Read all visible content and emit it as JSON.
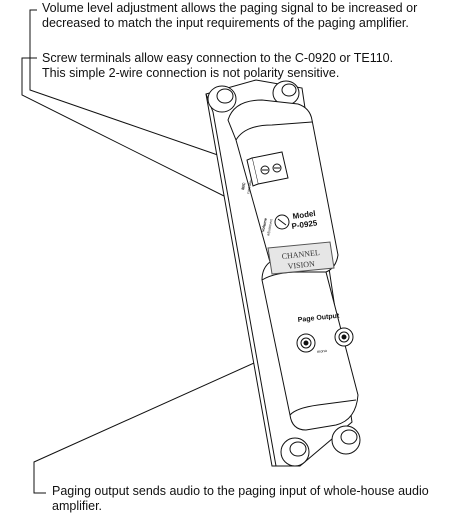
{
  "callouts": {
    "volume": {
      "line1": "Volume level adjustment allows the paging signal to be increased or",
      "line2": "decreased to match the input requirements of the paging amplifier."
    },
    "terminals": {
      "line1": "Screw terminals allow easy connection to the C-0920 or TE110.",
      "line2": "This simple 2-wire connection is not polarity sensitive."
    },
    "output": {
      "line1": "Paging output sends audio to the paging input of whole-house audio",
      "line2": "amplifier."
    }
  },
  "device": {
    "model_label": "Model",
    "model_number": "P-0925",
    "brand_line1": "CHANNEL",
    "brand_line2": "VISION",
    "terminal_label": "MIC",
    "terminal_sub": "controller",
    "volume_label": "volume",
    "volume_sub": "adjustment",
    "output_label": "Page Output",
    "output_sub": "mono"
  }
}
